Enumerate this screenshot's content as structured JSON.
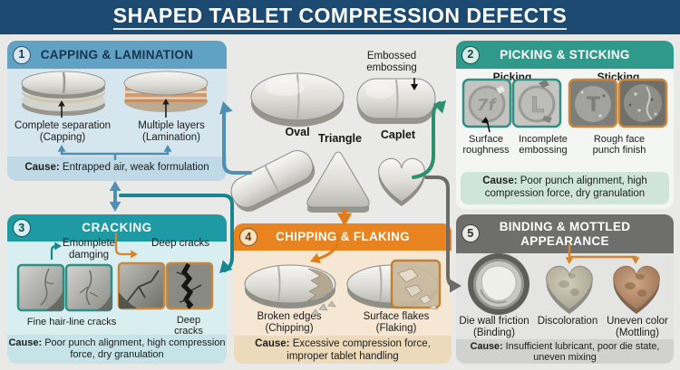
{
  "title": "SHAPED TABLET COMPRESSION DEFECTS",
  "center": {
    "annotation": "Embossed embossing",
    "shapes": {
      "oval": "Oval",
      "triangle": "Triangle",
      "caplet": "Caplet"
    }
  },
  "panels": [
    {
      "number": "1",
      "title": "CAPPING & LAMINATION",
      "items": [
        {
          "name": "Complete separation",
          "sub": "(Capping)"
        },
        {
          "name": "Multiple layers",
          "sub": "(Lamination)"
        }
      ],
      "cause_prefix": "Cause:",
      "cause": "Entrapped air, weak formulation"
    },
    {
      "number": "2",
      "title": "PICKING & STICKING",
      "group_labels": [
        "Picking",
        "Sticking"
      ],
      "captions": [
        "Surface roughness",
        "Incomplete embossing",
        "Rough face punch finish"
      ],
      "glyphs": [
        "7f",
        "L",
        "T"
      ],
      "cause_prefix": "Cause:",
      "cause": "Poor punch alignment, high compression force, dry granulation"
    },
    {
      "number": "3",
      "title": "CRACKING",
      "callouts": [
        "Emomplete damging",
        "Deep cracks"
      ],
      "captions": [
        "Fine hair-line cracks",
        "Deep cracks"
      ],
      "cause_prefix": "Cause:",
      "cause": "Poor punch alignment, high compression force, dry granulation"
    },
    {
      "number": "4",
      "title": "CHIPPING & FLAKING",
      "items": [
        {
          "name": "Broken edges",
          "sub": "(Chipping)"
        },
        {
          "name": "Surface flakes",
          "sub": "(Flaking)"
        }
      ],
      "cause_prefix": "Cause:",
      "cause": "Excessive compression force, improper tablet handling"
    },
    {
      "number": "5",
      "title": "BINDING & MOTTLED APPEARANCE",
      "items": [
        {
          "name": "Die wall friction",
          "sub": "(Binding)"
        },
        {
          "name": "Discoloration",
          "sub": ""
        },
        {
          "name": "Uneven color",
          "sub": "(Mottling)"
        }
      ],
      "cause_prefix": "Cause:",
      "cause": "Insufficient lubricant, poor die state, uneven mixing"
    }
  ],
  "colors": {
    "title_bar": "#1d4a70",
    "panel1_header": "#61a1c3",
    "panel2_header": "#2f998b",
    "panel3_header": "#1e9aa4",
    "panel4_header": "#e8831f",
    "panel5_header": "#6e6e6c",
    "picking_border": "#2e8f85",
    "sticking_border": "#c9873d",
    "arrow_blue": "#4e8fb2",
    "arrow_teal": "#17868e",
    "arrow_green": "#2c9070",
    "arrow_gray": "#6b6b69",
    "arrow_orange": "#e07c1a"
  }
}
